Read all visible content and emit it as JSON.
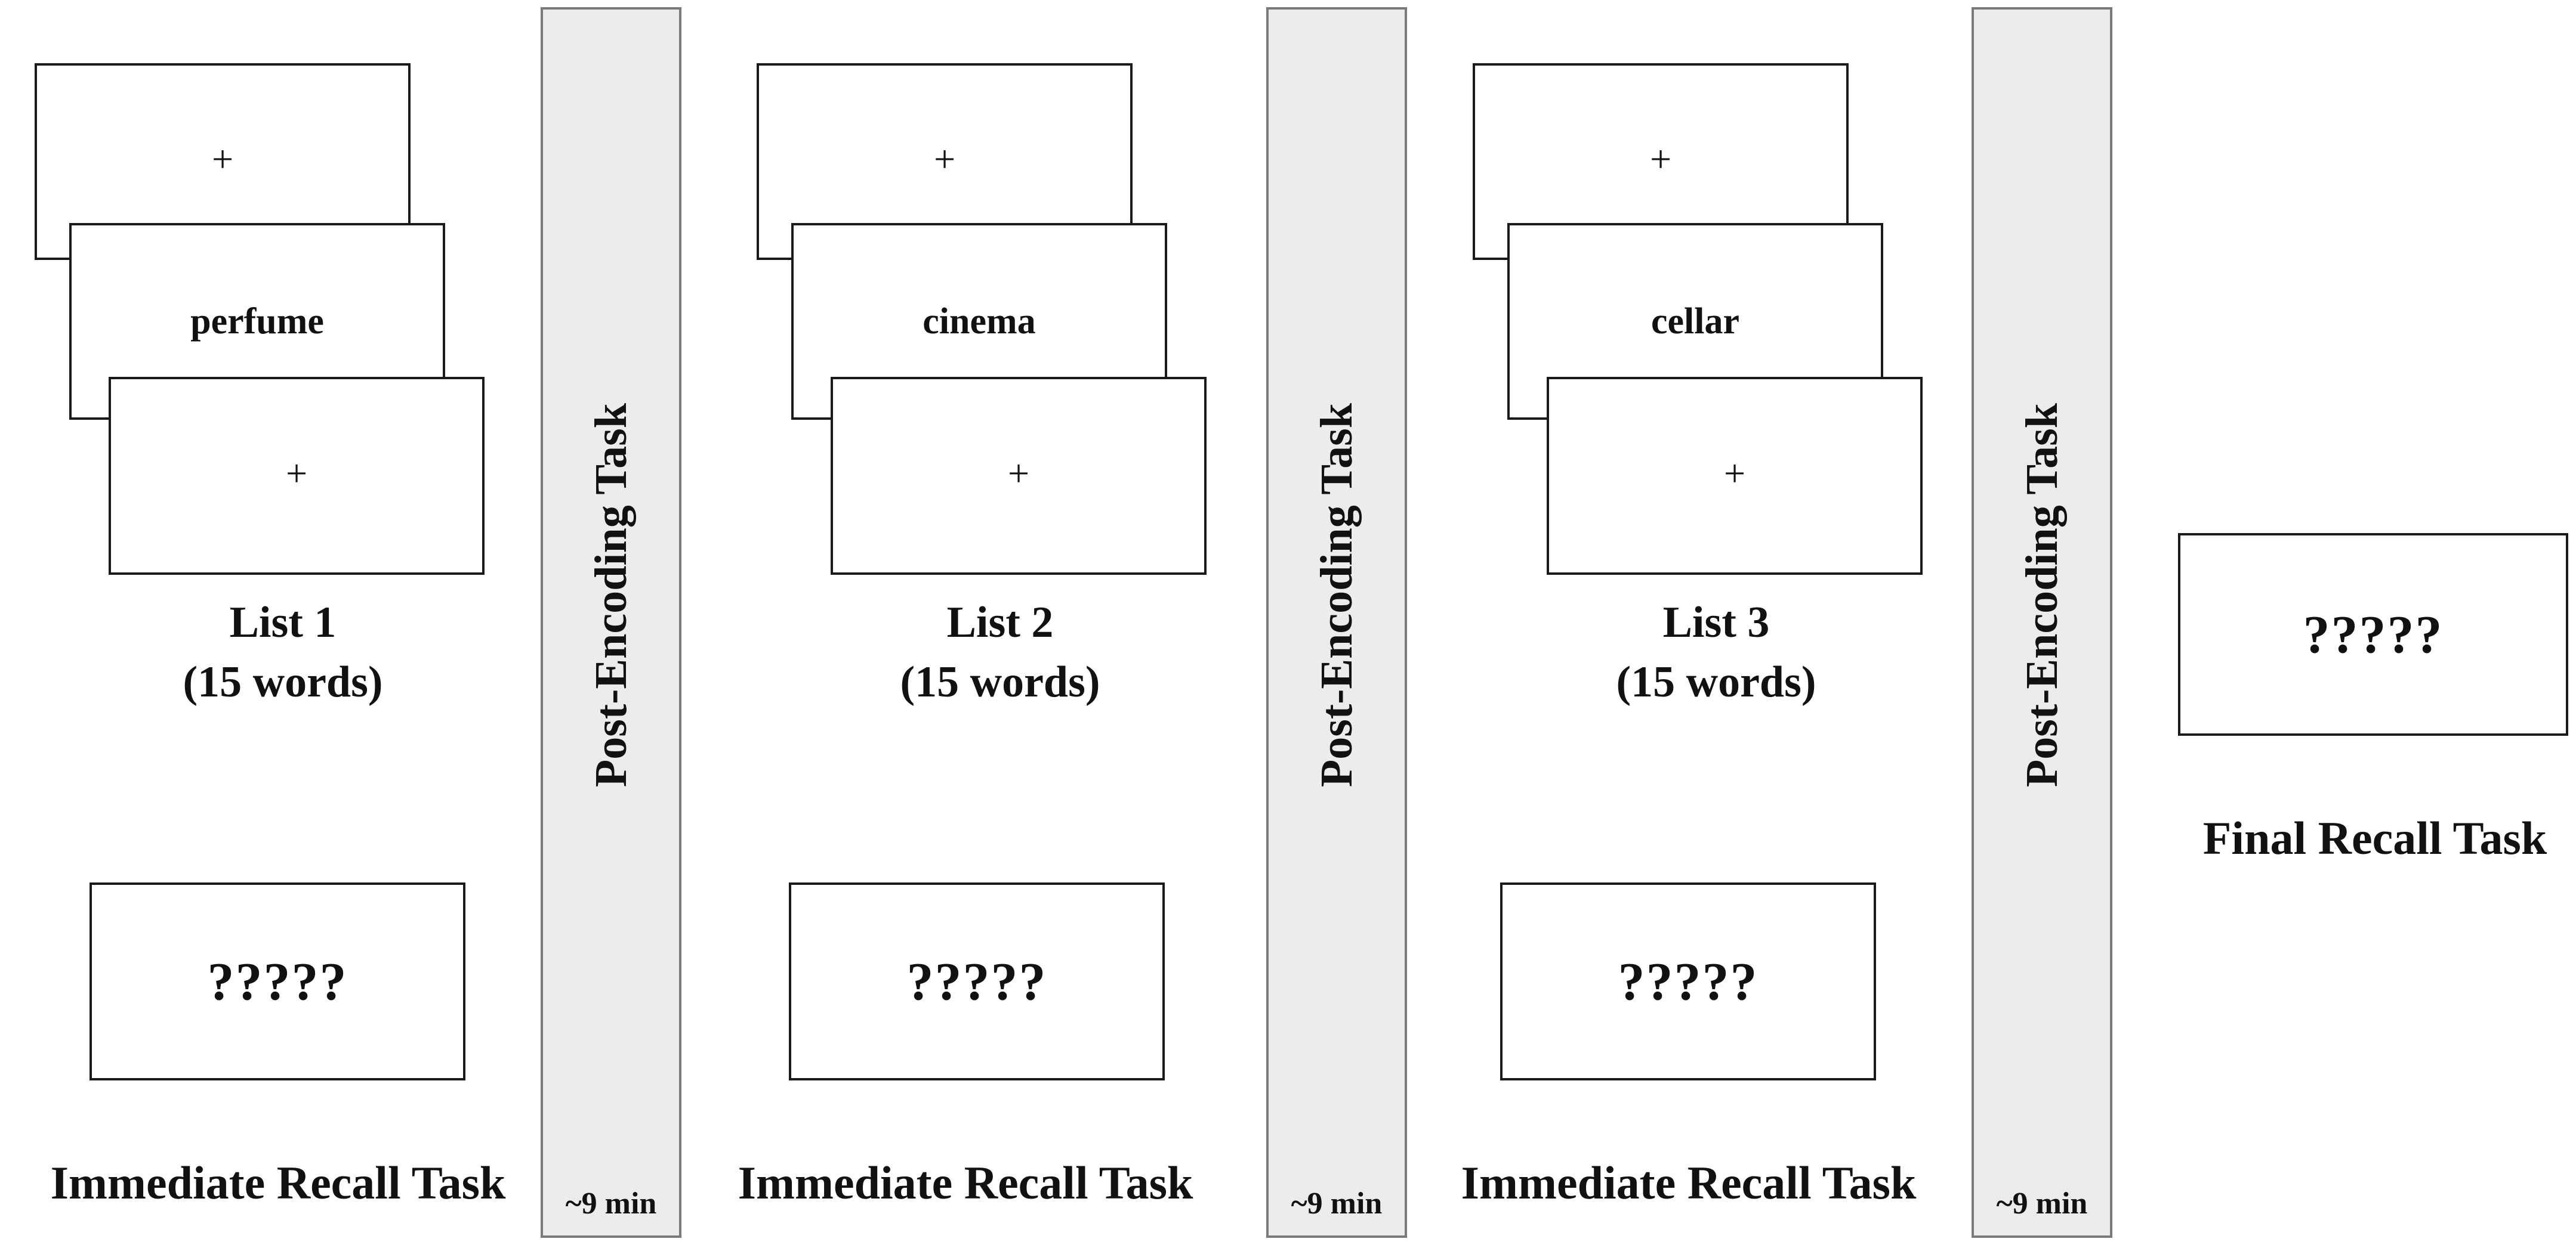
{
  "blocks": [
    {
      "fixation_top": "+",
      "word": "perfume",
      "fixation_bottom": "+",
      "list_title": "List 1",
      "list_count": "(15 words)",
      "recall_prompt": "?????",
      "recall_label": "Immediate Recall Task"
    },
    {
      "fixation_top": "+",
      "word": "cinema",
      "fixation_bottom": "+",
      "list_title": "List 2",
      "list_count": "(15 words)",
      "recall_prompt": "?????",
      "recall_label": "Immediate Recall Task"
    },
    {
      "fixation_top": "+",
      "word": "cellar",
      "fixation_bottom": "+",
      "list_title": "List 3",
      "list_count": "(15 words)",
      "recall_prompt": "?????",
      "recall_label": "Immediate Recall Task"
    }
  ],
  "post_encoding": [
    {
      "label": "Post-Encoding Task",
      "duration": "~9 min"
    },
    {
      "label": "Post-Encoding Task",
      "duration": "~9 min"
    },
    {
      "label": "Post-Encoding Task",
      "duration": "~9 min"
    }
  ],
  "final": {
    "prompt": "?????",
    "label": "Final Recall Task"
  },
  "colors": {
    "bar_fill": "#ececec",
    "bar_border": "#7a7a7a",
    "card_border": "#1a1a1a"
  }
}
